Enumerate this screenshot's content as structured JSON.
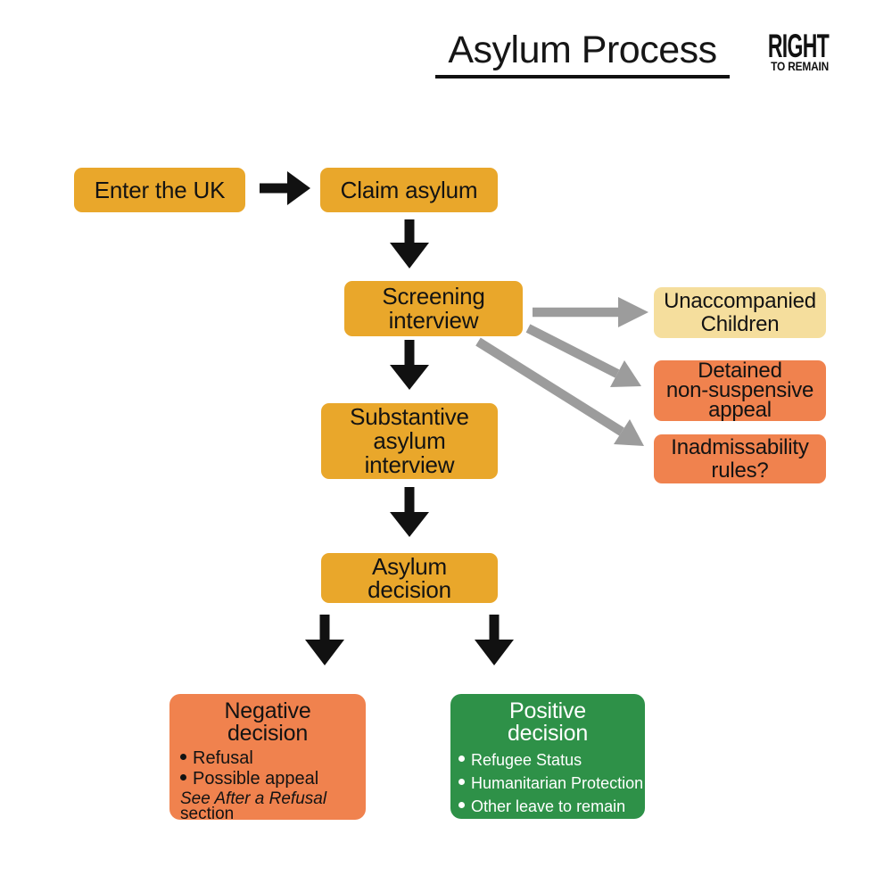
{
  "header": {
    "title": "Asylum Process",
    "logo": {
      "line1": "RIGHT",
      "line2": "TO REMAIN"
    }
  },
  "flow": {
    "enter_uk": {
      "label": "Enter the UK"
    },
    "claim_asylum": {
      "label": "Claim asylum"
    },
    "screening": {
      "lines": [
        "Screening",
        "interview"
      ]
    },
    "substantive": {
      "lines": [
        "Substantive",
        "asylum",
        "interview"
      ]
    },
    "asylum_decision": {
      "lines": [
        "Asylum",
        "decision"
      ]
    },
    "unaccompanied_children": {
      "lines": [
        "Unaccompanied",
        "Children"
      ]
    },
    "detained_appeal": {
      "lines": [
        "Detained",
        "non-suspensive",
        "appeal"
      ]
    },
    "inadmissability": {
      "lines": [
        "Inadmissability",
        "rules?"
      ]
    },
    "negative_decision": {
      "title_lines": [
        "Negative",
        "decision"
      ],
      "bullets": [
        "Refusal",
        "Possible appeal"
      ],
      "note_line1": "See After a Refusal",
      "note_line2": "section"
    },
    "positive_decision": {
      "title_lines": [
        "Positive",
        "decision"
      ],
      "bullets": [
        "Refugee Status",
        "Humanitarian Protection",
        "Other leave to remain"
      ]
    }
  },
  "colors": {
    "node_gold": "#E9A72B",
    "node_cream": "#F5DE9D",
    "node_orange": "#F0824E",
    "node_green": "#2E9148",
    "arrow_black": "#111111",
    "arrow_gray": "#9C9C9C",
    "background": "#FFFFFF",
    "text_dark": "#131313",
    "text_light": "#FFFFFF"
  }
}
